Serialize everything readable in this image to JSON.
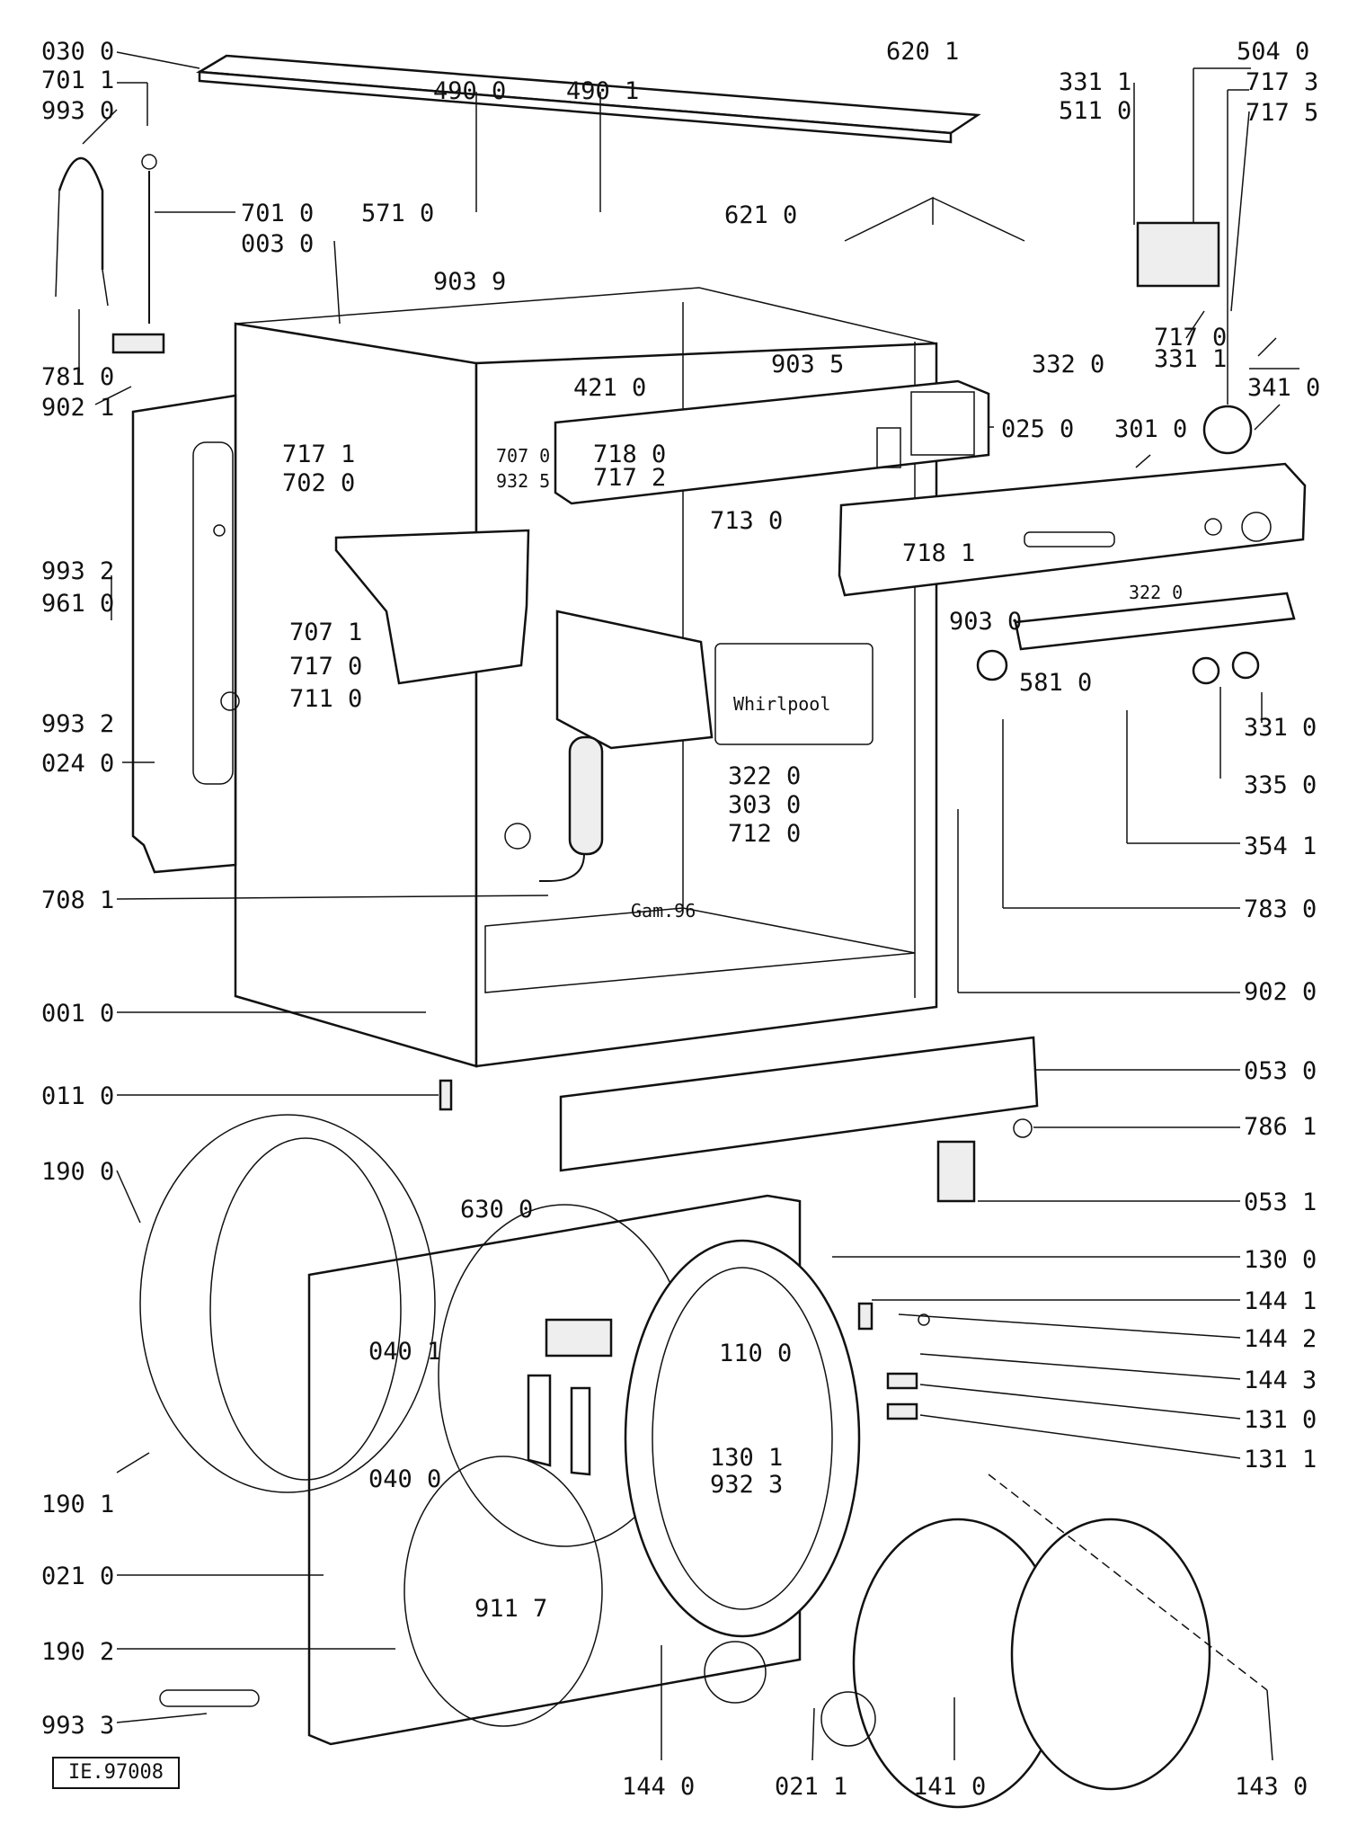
{
  "diagram": {
    "reference": "IE.97008",
    "date_marking": "Gam.96",
    "brand_marking": "Whirlpool",
    "part_labels": [
      {
        "id": "030",
        "text": "030 0",
        "side": "left"
      },
      {
        "id": "701_1",
        "text": "701 1",
        "side": "left"
      },
      {
        "id": "993_0",
        "text": "993 0",
        "side": "left"
      },
      {
        "id": "781",
        "text": "781 0",
        "side": "left"
      },
      {
        "id": "902_1",
        "text": "902 1",
        "side": "left"
      },
      {
        "id": "993_2a",
        "text": "993 2",
        "side": "left"
      },
      {
        "id": "961",
        "text": "961 0",
        "side": "left"
      },
      {
        "id": "993_2b",
        "text": "993 2",
        "side": "left"
      },
      {
        "id": "024",
        "text": "024 0",
        "side": "left"
      },
      {
        "id": "708",
        "text": "708 1",
        "side": "left"
      },
      {
        "id": "001",
        "text": "001 0",
        "side": "left"
      },
      {
        "id": "011",
        "text": "011 0",
        "side": "left"
      },
      {
        "id": "190_0",
        "text": "190 0",
        "side": "left"
      },
      {
        "id": "190_1",
        "text": "190 1",
        "side": "left"
      },
      {
        "id": "021_0",
        "text": "021 0",
        "side": "left"
      },
      {
        "id": "190_2",
        "text": "190 2",
        "side": "left"
      },
      {
        "id": "993_3",
        "text": "993 3",
        "side": "left"
      },
      {
        "id": "490_0",
        "text": "490 0",
        "side": "top"
      },
      {
        "id": "490_1",
        "text": "490 1",
        "side": "top"
      },
      {
        "id": "620",
        "text": "620 1",
        "side": "top"
      },
      {
        "id": "701_0",
        "text": "701 0",
        "side": "inner"
      },
      {
        "id": "003",
        "text": "003 0",
        "side": "inner"
      },
      {
        "id": "571",
        "text": "571 0",
        "side": "inner"
      },
      {
        "id": "903_9",
        "text": "903 9",
        "side": "inner"
      },
      {
        "id": "421",
        "text": "421 0",
        "side": "inner"
      },
      {
        "id": "621",
        "text": "621 0",
        "side": "inner"
      },
      {
        "id": "903_5",
        "text": "903 5",
        "side": "inner"
      },
      {
        "id": "717_1",
        "text": "717 1",
        "side": "inner"
      },
      {
        "id": "702",
        "text": "702 0",
        "side": "inner"
      },
      {
        "id": "707_0",
        "text": "707 0",
        "side": "inner"
      },
      {
        "id": "932_5",
        "text": "932 5",
        "side": "inner"
      },
      {
        "id": "718_0",
        "text": "718 0",
        "side": "inner"
      },
      {
        "id": "717_2",
        "text": "717 2",
        "side": "inner"
      },
      {
        "id": "713",
        "text": "713 0",
        "side": "inner"
      },
      {
        "id": "718_1",
        "text": "718 1",
        "side": "inner"
      },
      {
        "id": "707_1",
        "text": "707 1",
        "side": "inner"
      },
      {
        "id": "717_0a",
        "text": "717 0",
        "side": "inner"
      },
      {
        "id": "711",
        "text": "711 0",
        "side": "inner"
      },
      {
        "id": "322_0a",
        "text": "322 0",
        "side": "inner"
      },
      {
        "id": "303",
        "text": "303 0",
        "side": "inner"
      },
      {
        "id": "712",
        "text": "712 0",
        "side": "inner"
      },
      {
        "id": "903_0",
        "text": "903 0",
        "side": "inner"
      },
      {
        "id": "581",
        "text": "581 0",
        "side": "inner"
      },
      {
        "id": "322_0b",
        "text": "322 0",
        "side": "inner"
      },
      {
        "id": "630",
        "text": "630 0",
        "side": "inner"
      },
      {
        "id": "040_1",
        "text": "040 1",
        "side": "inner"
      },
      {
        "id": "040_0",
        "text": "040 0",
        "side": "inner"
      },
      {
        "id": "110",
        "text": "110 0",
        "side": "inner"
      },
      {
        "id": "130_1",
        "text": "130 1",
        "side": "inner"
      },
      {
        "id": "932_3",
        "text": "932 3",
        "side": "inner"
      },
      {
        "id": "911",
        "text": "911 7",
        "side": "inner"
      },
      {
        "id": "331_1a",
        "text": "331 1",
        "side": "right"
      },
      {
        "id": "511",
        "text": "511 0",
        "side": "right"
      },
      {
        "id": "504",
        "text": "504 0",
        "side": "right"
      },
      {
        "id": "717_3",
        "text": "717 3",
        "side": "right"
      },
      {
        "id": "717_5",
        "text": "717 5",
        "side": "right"
      },
      {
        "id": "717_0b",
        "text": "717 0",
        "side": "right"
      },
      {
        "id": "331_1b",
        "text": "331 1",
        "side": "right"
      },
      {
        "id": "332",
        "text": "332 0",
        "side": "right"
      },
      {
        "id": "341",
        "text": "341 0",
        "side": "right"
      },
      {
        "id": "025",
        "text": "025 0",
        "side": "right"
      },
      {
        "id": "301",
        "text": "301 0",
        "side": "right"
      },
      {
        "id": "331_0",
        "text": "331 0",
        "side": "right"
      },
      {
        "id": "335",
        "text": "335 0",
        "side": "right"
      },
      {
        "id": "354",
        "text": "354 1",
        "side": "right"
      },
      {
        "id": "783",
        "text": "783 0",
        "side": "right"
      },
      {
        "id": "902_0",
        "text": "902 0",
        "side": "right"
      },
      {
        "id": "053_0",
        "text": "053 0",
        "side": "right"
      },
      {
        "id": "786",
        "text": "786 1",
        "side": "right"
      },
      {
        "id": "053_1",
        "text": "053 1",
        "side": "right"
      },
      {
        "id": "130_0",
        "text": "130 0",
        "side": "right"
      },
      {
        "id": "144_1",
        "text": "144 1",
        "side": "right"
      },
      {
        "id": "144_2",
        "text": "144 2",
        "side": "right"
      },
      {
        "id": "144_3",
        "text": "144 3",
        "side": "right"
      },
      {
        "id": "131_0",
        "text": "131 0",
        "side": "right"
      },
      {
        "id": "131_1",
        "text": "131 1",
        "side": "right"
      },
      {
        "id": "144_0",
        "text": "144 0",
        "side": "bottom"
      },
      {
        "id": "021_1",
        "text": "021 1",
        "side": "bottom"
      },
      {
        "id": "141",
        "text": "141 0",
        "side": "bottom"
      },
      {
        "id": "143",
        "text": "143 0",
        "side": "bottom"
      }
    ]
  }
}
